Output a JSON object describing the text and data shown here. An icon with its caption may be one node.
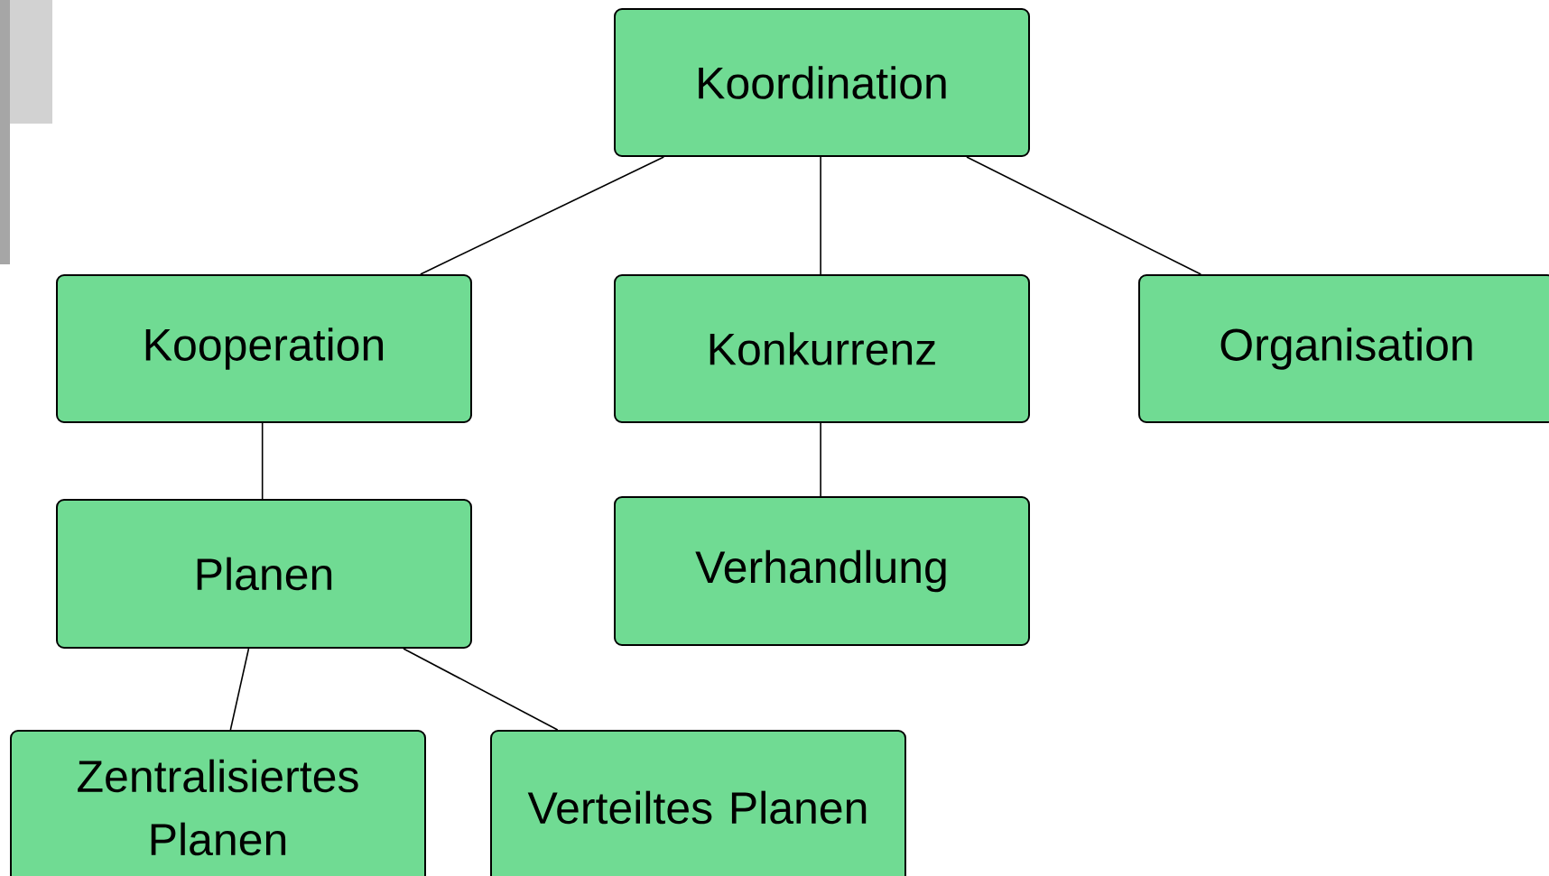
{
  "diagram": {
    "nodes": [
      {
        "text": [
          "Koordination"
        ]
      },
      {
        "text": [
          "Kooperation"
        ]
      },
      {
        "text": [
          "Konkurrenz"
        ]
      },
      {
        "text": [
          "Organisation"
        ]
      },
      {
        "text": [
          "Planen"
        ]
      },
      {
        "text": [
          "Verhandlung"
        ]
      },
      {
        "text": [
          "Zentralisiertes Planen"
        ]
      },
      {
        "text": [
          "Verteiltes Planen"
        ]
      }
    ],
    "edges": [
      {
        "from": 0,
        "to": 1,
        "arrow": "none"
      },
      {
        "from": 0,
        "to": 2,
        "arrow": "none"
      },
      {
        "from": 0,
        "to": 3,
        "arrow": "none"
      },
      {
        "from": 1,
        "to": 4,
        "arrow": "none"
      },
      {
        "from": 2,
        "to": 5,
        "arrow": "none"
      },
      {
        "from": 4,
        "to": 6,
        "arrow": "none"
      },
      {
        "from": 4,
        "to": 7,
        "arrow": "none"
      }
    ]
  }
}
